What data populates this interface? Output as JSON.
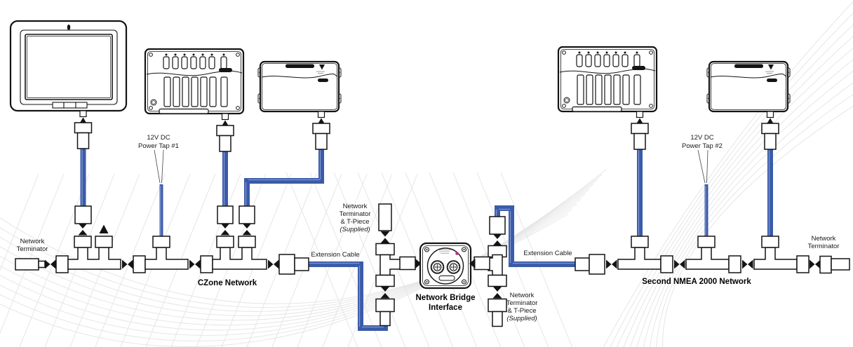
{
  "labels": {
    "network_terminator_left": {
      "line1": "Network",
      "line2": "Terminator"
    },
    "power_tap_1": {
      "line1": "12V DC",
      "line2": "Power Tap #1"
    },
    "czone_network": "CZone Network",
    "extension_cable_left": "Extension Cable",
    "terminator_tpiece_left": {
      "line1": "Network",
      "line2": "Terminator",
      "line3": "& T-Piece",
      "line4": "(Supplied)"
    },
    "bridge_interface": {
      "line1": "Network Bridge",
      "line2": "Interface"
    },
    "terminator_tpiece_right": {
      "line1": "Network",
      "line2": "Terminator",
      "line3": "& T-Piece",
      "line4": "(Supplied)"
    },
    "extension_cable_right": "Extension Cable",
    "second_nmea_network": "Second NMEA 2000 Network",
    "power_tap_2": {
      "line1": "12V DC",
      "line2": "Power Tap #2"
    },
    "network_terminator_right": {
      "line1": "Network",
      "line2": "Terminator"
    }
  },
  "colors": {
    "cable_blue": "#3A5BA9",
    "cable_core": "#8A9BD0",
    "outline_black": "#141414",
    "led_magenta": "#C4278F",
    "background_curve": "#E6E6E6"
  }
}
